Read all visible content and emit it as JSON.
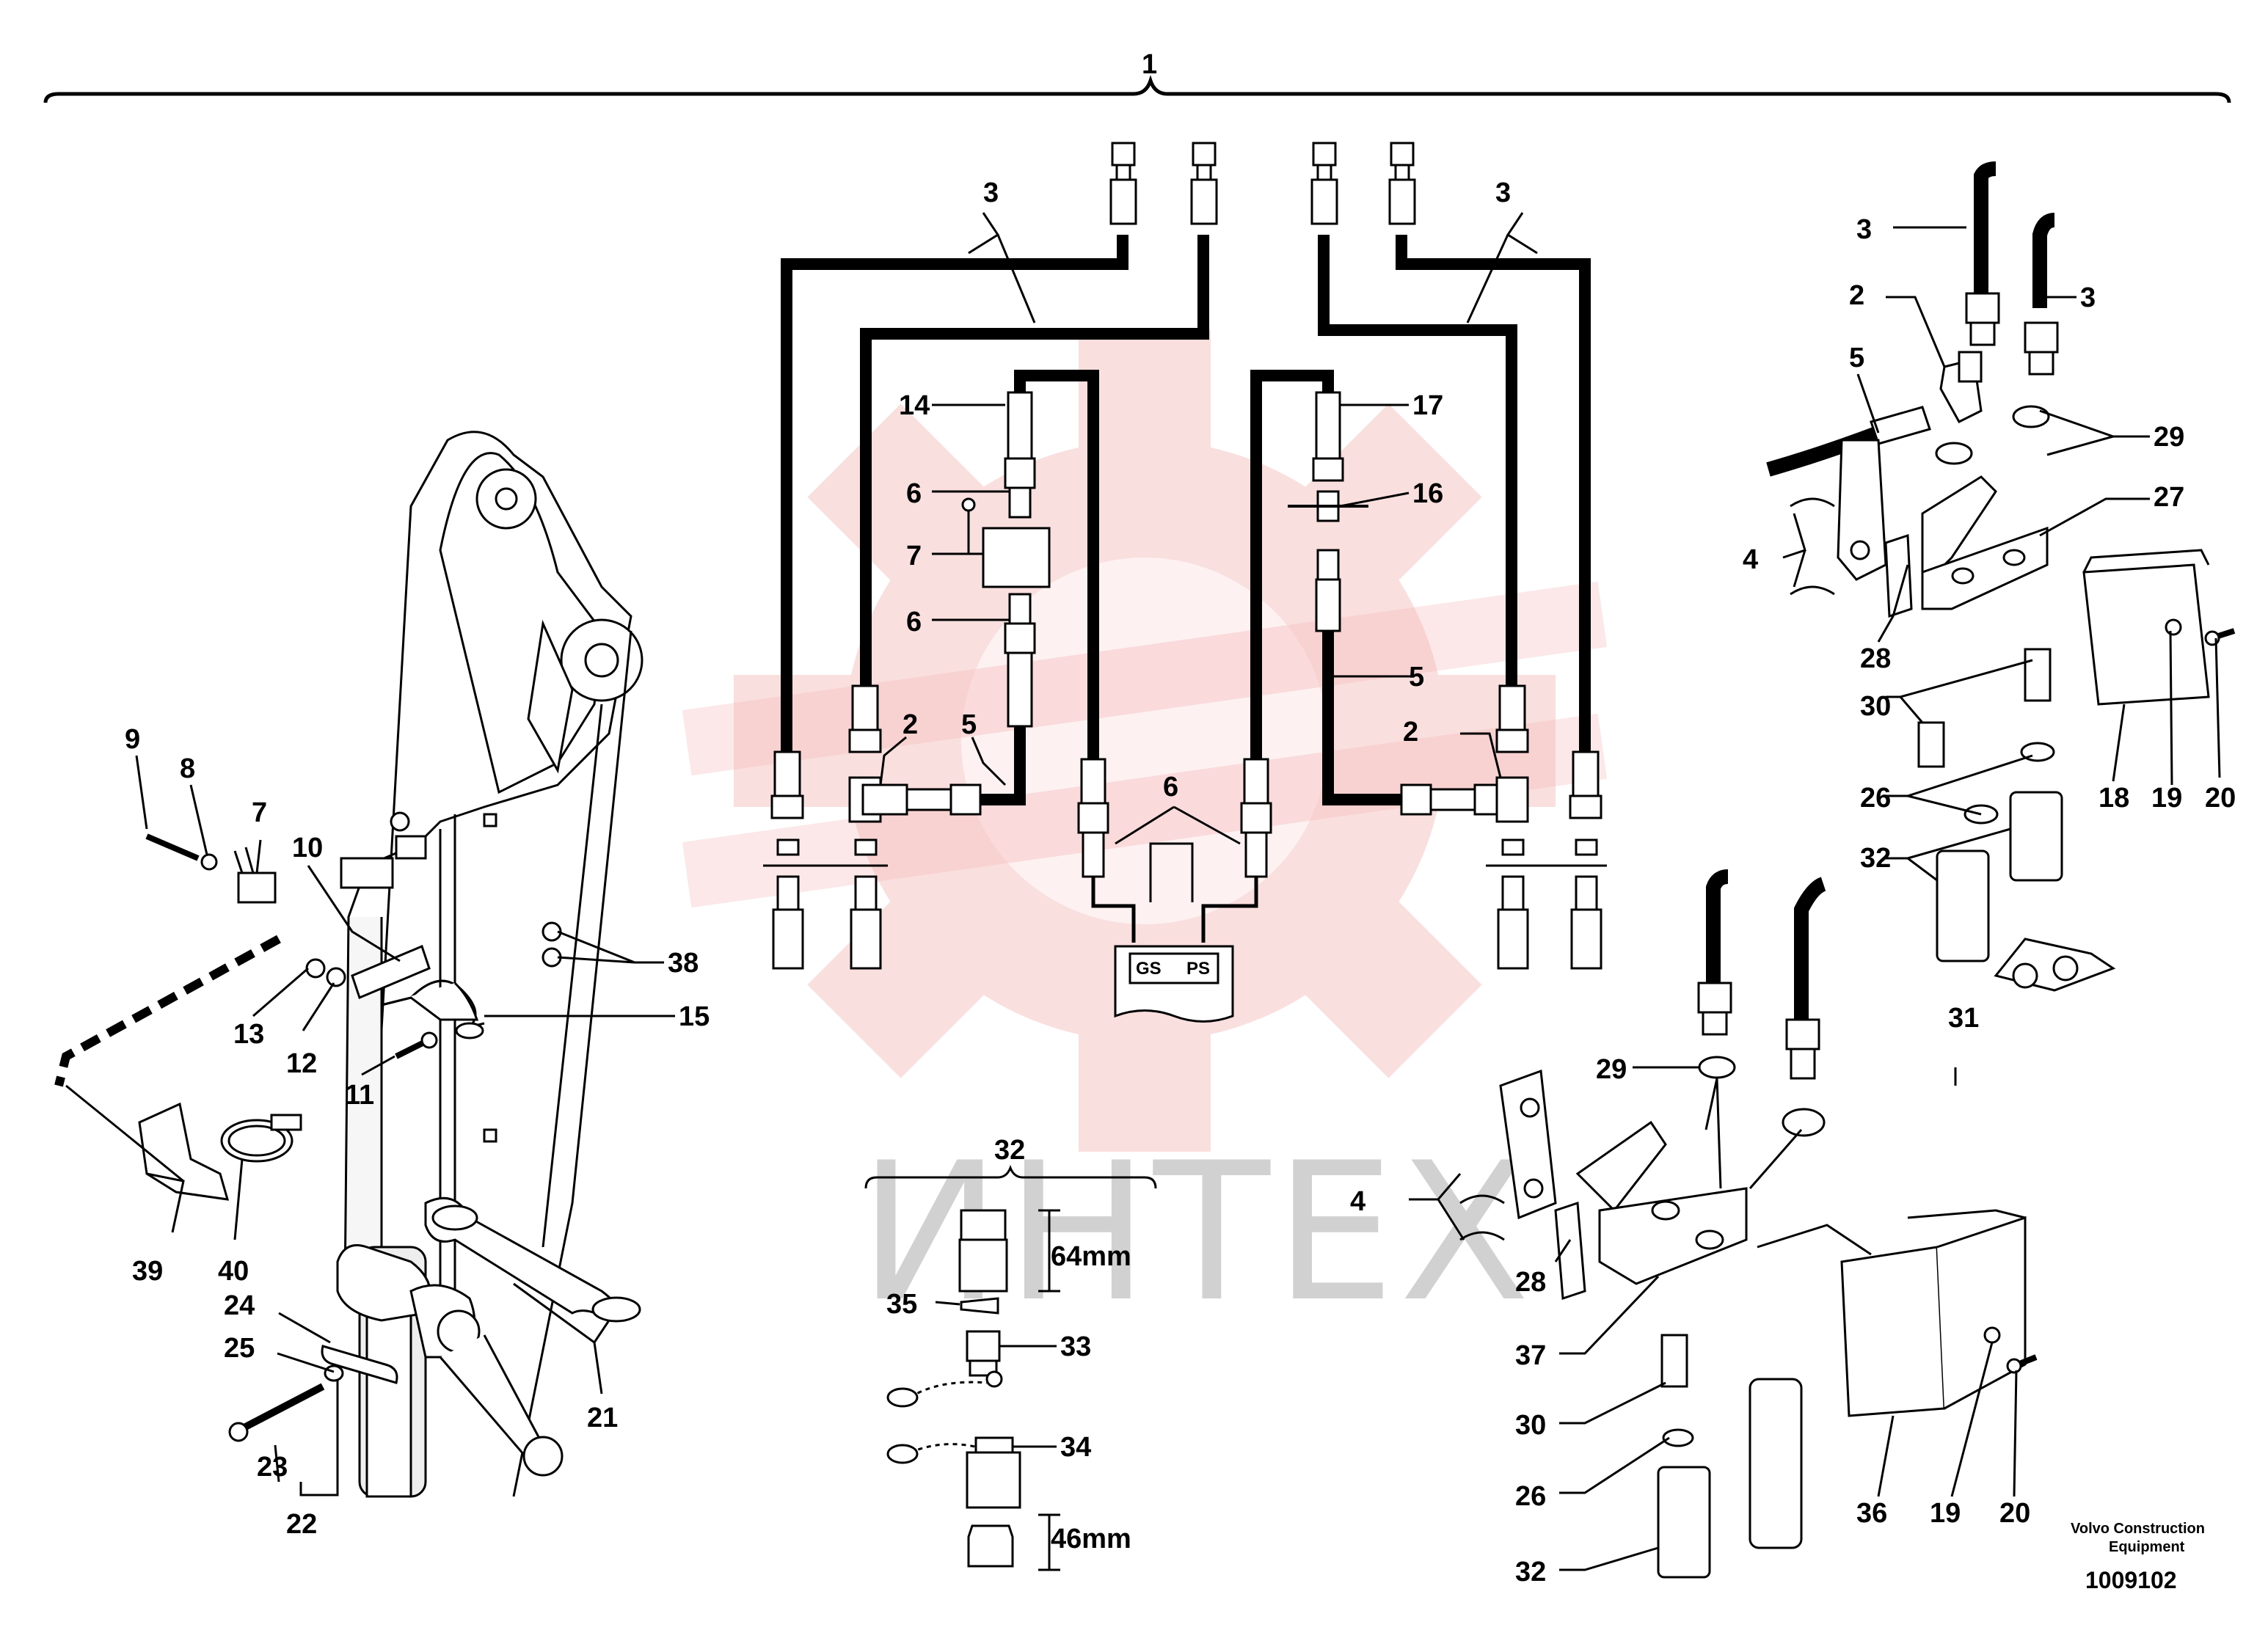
{
  "diagram": {
    "assembly_label": "1",
    "watermark_text": "ИНТЕХ",
    "manufacturer_line1": "Volvo Construction",
    "manufacturer_line2": "Equipment",
    "drawing_number": "1009102",
    "coupler_dims": {
      "title": "32",
      "long": "64mm",
      "short": "46mm"
    },
    "port_labels": {
      "gs": "GS",
      "ps": "PS"
    },
    "callouts": {
      "c3a": "3",
      "c3b": "3",
      "c3c": "3",
      "c3d": "3",
      "c14": "14",
      "c6a": "6",
      "c7a": "7",
      "c6b": "6",
      "c2a": "2",
      "c5a": "5",
      "c6c": "6",
      "c17": "17",
      "c16": "16",
      "c5b": "5",
      "c2b": "2",
      "c2c": "2",
      "c5c": "5",
      "c29a": "29",
      "c27": "27",
      "c4a": "4",
      "c28a": "28",
      "c30a": "30",
      "c26a": "26",
      "c32a": "32",
      "c18": "18",
      "c19a": "19",
      "c20a": "20",
      "c9": "9",
      "c8": "8",
      "c7b": "7",
      "c10": "10",
      "c38": "38",
      "c15": "15",
      "c13": "13",
      "c12": "12",
      "c11": "11",
      "c39": "39",
      "c40": "40",
      "c24": "24",
      "c25": "25",
      "c23": "23",
      "c22": "22",
      "c21": "21",
      "c35": "35",
      "c33": "33",
      "c34": "34",
      "c31": "31",
      "c29b": "29",
      "c4b": "4",
      "c28b": "28",
      "c37": "37",
      "c30b": "30",
      "c26b": "26",
      "c32b": "32",
      "c36": "36",
      "c19b": "19",
      "c20b": "20"
    }
  }
}
